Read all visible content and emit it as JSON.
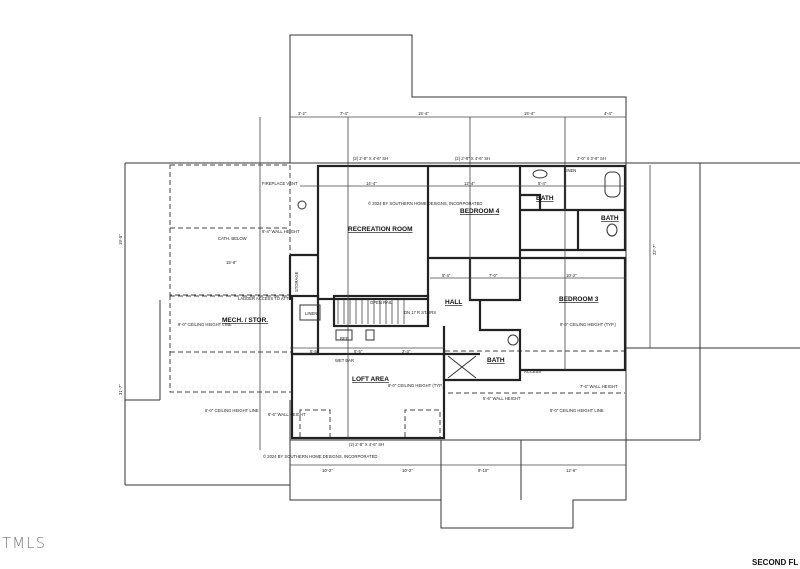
{
  "sheet_title": "SECOND FL",
  "watermark": "TMLS",
  "rooms": {
    "recreation": "RECREATION ROOM",
    "bedroom4": "BEDROOM 4",
    "bedroom3": "BEDROOM 3",
    "bath_top": "BATH",
    "bath_right": "BATH",
    "bath_hall": "BATH",
    "hall": "HALL",
    "loft": "LOFT AREA",
    "mech": "MECH. / STOR.",
    "linen_top": "LINEN",
    "linen_mid": "LINEN",
    "storage": "STORAGE",
    "ref": "REF.",
    "access": "ACCESS"
  },
  "notes": {
    "fireplace_vent": "FIREPLACE VENT",
    "cath_below": "CATH. BELOW",
    "wall_height_8_4": "8'-4\" WALL HEIGHT",
    "ladder_access": "LADDER ACCESS TO ATTIC",
    "ceiling_line_left_top": "9'-0\" CEILING HEIGHT LINE",
    "ceiling_line_left_bot": "5'-0\" CEILING HEIGHT LINE",
    "wall_height_6_6": "6'-6\" WALL HEIGHT",
    "open_rail": "OPEN RAIL",
    "dn_stairs": "DN 17 R STAIRS",
    "wet_bar": "WET BAR",
    "loft_ceiling": "9'-0\" CEILING HEIGHT (TYP.)",
    "bed3_ceiling": "9'-0\" CEILING HEIGHT (TYP.)",
    "wall_height_5_6": "5'-6\" WALL HEIGHT",
    "wall_height_7_6": "7'-6\" WALL HEIGHT",
    "ceiling_line_right": "5'-0\" CEILING HEIGHT LINE",
    "copyright_top": "© 2024 BY SOUTHERN HOME DESIGNS, INCORPORATED",
    "copyright_bottom": "© 2024 BY SOUTHERN HOME DESIGNS, INCORPORATED",
    "window_rec": "(2) 2'-8\" X 4'-6\" SH",
    "window_bed4": "(2) 2'-8\" X 4'-6\" SH",
    "window_bath": "2'-0\" X 3'-6\" SH",
    "window_loft": "(2) 2'-8\" X 4'-6\" SH"
  },
  "dimensions": {
    "top": [
      "3'-2\"",
      "7'-4\"",
      "15'-4\"",
      "15'-4\"",
      "4'-4\""
    ],
    "rec_width": "14'-4\"",
    "bed4_width": "12'-4\"",
    "bath_w": "5'-4\"",
    "hall_w": "5'-4\"",
    "closet_w": "7'-0\"",
    "bed3_w": "10'-2\"",
    "right_overall": "22'-7\"",
    "left_overall": "19'-5\"",
    "left_mid": "15'-8\"",
    "loft_a": "5'-5\"",
    "loft_b": "6'-5\"",
    "loft_c": "2'-3\"",
    "bottom": [
      "10'-2\"",
      "10'-2\"",
      "9'-10\"",
      "12'-6\""
    ],
    "left_bottom": "31'-7\""
  }
}
